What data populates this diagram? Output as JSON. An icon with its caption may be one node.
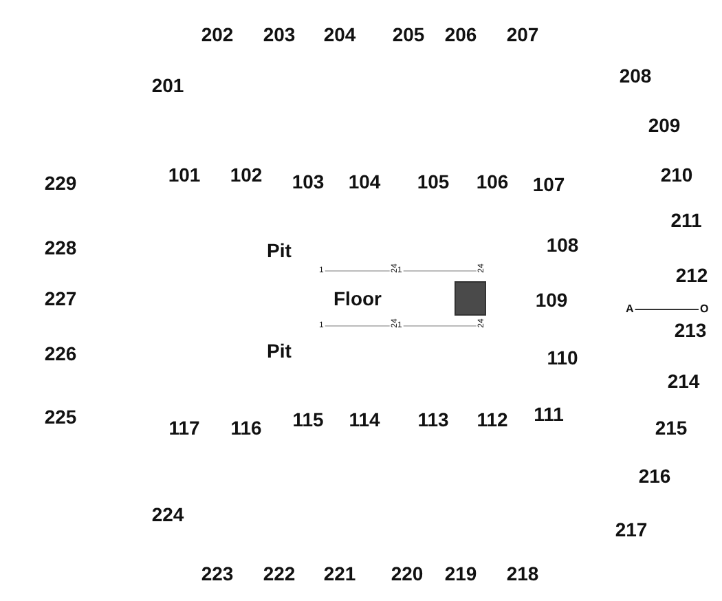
{
  "diagram": {
    "nodes": [
      {
        "text": [
          "1"
        ]
      },
      {
        "text": [
          "24"
        ]
      },
      {
        "text": [
          "1"
        ]
      },
      {
        "text": [
          "24"
        ]
      },
      {
        "text": [
          "1"
        ]
      },
      {
        "text": [
          "24"
        ]
      },
      {
        "text": [
          "1"
        ]
      },
      {
        "text": [
          "24"
        ]
      },
      {
        "text": [
          "A"
        ]
      },
      {
        "text": [
          "O"
        ]
      }
    ],
    "edges": [
      {
        "from": 0,
        "to": 1,
        "arrow": "none"
      },
      {
        "from": 2,
        "to": 3,
        "arrow": "none"
      },
      {
        "from": 4,
        "to": 5,
        "arrow": "none"
      },
      {
        "from": 6,
        "to": 7,
        "arrow": "none"
      },
      {
        "from": 8,
        "to": 9,
        "arrow": "none",
        "color": "#333333"
      }
    ],
    "labels": [
      "202",
      "203",
      "204",
      "205",
      "206",
      "207",
      "201",
      "208",
      "209",
      "229",
      "101",
      "102",
      "103",
      "104",
      "105",
      "106",
      "107",
      "210",
      "211",
      "228",
      "Pit",
      "108",
      "212",
      "227",
      "Floor",
      "109",
      "213",
      "226",
      "Pit",
      "110",
      "214",
      "225",
      "117",
      "116",
      "115",
      "114",
      "113",
      "112",
      "111",
      "215",
      "216",
      "224",
      "217",
      "223",
      "222",
      "221",
      "220",
      "219",
      "218"
    ]
  }
}
